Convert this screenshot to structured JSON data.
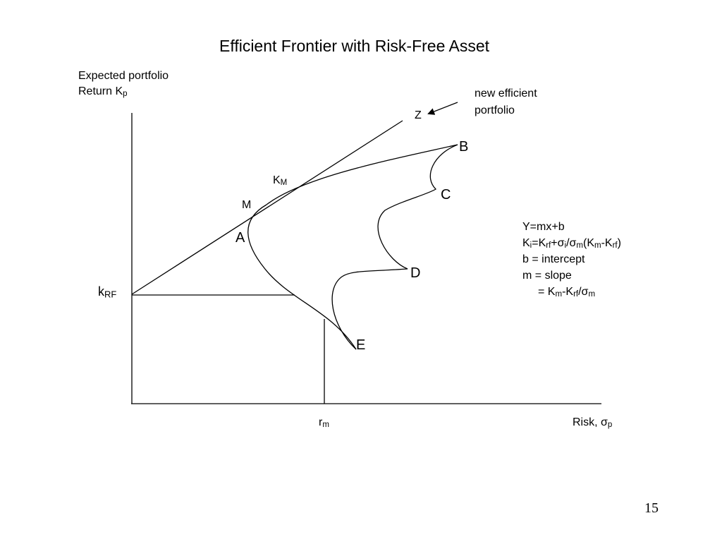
{
  "title": "Efficient Frontier with Risk-Free Asset",
  "y_axis": {
    "line1": "Expected portfolio",
    "line2_main": "Return K",
    "line2_sub": "p"
  },
  "x_axis": {
    "main": "Risk, σ",
    "sub": "p"
  },
  "krf_label": {
    "main": "k",
    "sub": "RF"
  },
  "rm_label": {
    "main": "r",
    "sub": "m"
  },
  "km_label": {
    "main": "K",
    "sub": "M"
  },
  "points": {
    "z": "Z",
    "b": "B",
    "c": "C",
    "m": "M",
    "a": "A",
    "d": "D",
    "e": "E"
  },
  "annotation": {
    "line1": "new efficient",
    "line2": "portfolio"
  },
  "formula": {
    "line1": "Y=mx+b",
    "line2": [
      {
        "t": "K"
      },
      {
        "s": "i"
      },
      {
        "t": "=K"
      },
      {
        "s": "rf"
      },
      {
        "t": "+σ"
      },
      {
        "s": "i"
      },
      {
        "t": "/σ"
      },
      {
        "s": "m"
      },
      {
        "t": "(K"
      },
      {
        "s": "m"
      },
      {
        "t": "-K"
      },
      {
        "s": "rf"
      },
      {
        "t": ")"
      }
    ],
    "line3": "b = intercept",
    "line4": "m = slope",
    "line5": [
      {
        "t": "= K"
      },
      {
        "s": "m"
      },
      {
        "t": "-K"
      },
      {
        "s": "rf"
      },
      {
        "t": "/σ"
      },
      {
        "s": "m"
      }
    ]
  },
  "page_number": "15"
}
